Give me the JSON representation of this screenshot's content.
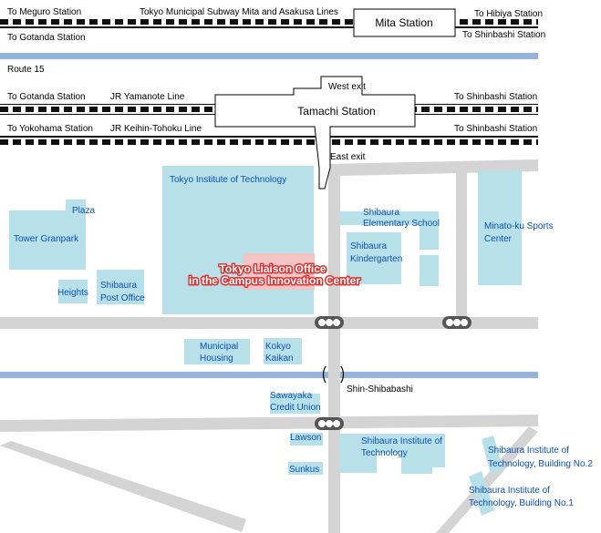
{
  "colors": {
    "building": "#b8e0e8",
    "road": "#d4d4d4",
    "river": "#94b4dc",
    "highlight": "#f4c4c4",
    "label_blue": "#0b4fb3",
    "label_red": "#e03030"
  },
  "rail": {
    "top_left_1": "To Meguro Station",
    "top_left_2": "To Gotanda Station",
    "subway_line": "Tokyo Municipal Subway Mita and Asakusa Lines",
    "mita_station": "Mita Station",
    "top_right_1": "To Hibiya Station",
    "top_right_2": "To Shinbashi Station",
    "route": "Route 15",
    "west_exit": "West exit",
    "gotanda": "To Gotanda Station",
    "yamanote": "JR Yamanote Line",
    "tamachi": "Tamachi Station",
    "shinbashi_1": "To Shinbashi Station",
    "yokohama": "To Yokohama Station",
    "keihin": "JR Keihin-Tohoku Line",
    "shinbashi_2": "To Shinbashi Station",
    "east_exit": "East exit"
  },
  "places": {
    "tit": "Tokyo Institute of Technology",
    "plaza": "Plaza",
    "tower": "Tower Granpark",
    "heights": "Heights",
    "post_1": "Shibaura",
    "post_2": "Post Office",
    "elem_1": "Shibaura",
    "elem_2": "Elementary School",
    "kinder_1": "Shibaura",
    "kinder_2": "Kindergarten",
    "sports_1": "Minato-ku Sports",
    "sports_2": "Center",
    "muni_1": "Municipal",
    "muni_2": "Housing",
    "kokyo_1": "Kokyo",
    "kokyo_2": "Kaikan",
    "bridge": "Shin-Shibabashi",
    "credit_1": "Sawayaka",
    "credit_2": "Credit Union",
    "lawson": "Lawson",
    "sunkus": "Sunkus",
    "sit_1": "Shibaura Institute of",
    "sit_2": "Technology",
    "sit2_1": "Shibaura Institute of",
    "sit2_2": "Technology, Building No.2",
    "sit1_1": "Shibaura Institute of",
    "sit1_2": "Technology, Building No.1"
  },
  "highlight": {
    "line1": "Tokyo Liaison Office",
    "line2": "in the Campus Innovation Center"
  }
}
